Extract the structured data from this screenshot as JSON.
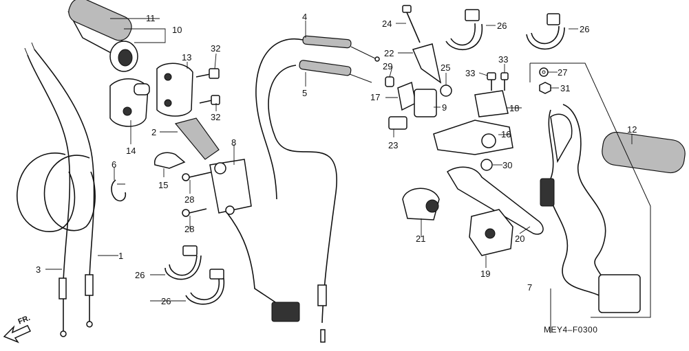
{
  "diagram": {
    "code": "MEY4–F0300",
    "direction": "FR.",
    "callouts": [
      {
        "id": "c1",
        "label": "1"
      },
      {
        "id": "c2",
        "label": "2"
      },
      {
        "id": "c3",
        "label": "3"
      },
      {
        "id": "c4",
        "label": "4"
      },
      {
        "id": "c5",
        "label": "5"
      },
      {
        "id": "c6",
        "label": "6"
      },
      {
        "id": "c7",
        "label": "7"
      },
      {
        "id": "c8",
        "label": "8"
      },
      {
        "id": "c9",
        "label": "9"
      },
      {
        "id": "c10",
        "label": "10"
      },
      {
        "id": "c11",
        "label": "11"
      },
      {
        "id": "c12",
        "label": "12"
      },
      {
        "id": "c13",
        "label": "13"
      },
      {
        "id": "c14",
        "label": "14"
      },
      {
        "id": "c15",
        "label": "15"
      },
      {
        "id": "c16",
        "label": "16"
      },
      {
        "id": "c17",
        "label": "17"
      },
      {
        "id": "c18",
        "label": "18"
      },
      {
        "id": "c19",
        "label": "19"
      },
      {
        "id": "c20",
        "label": "20"
      },
      {
        "id": "c21",
        "label": "21"
      },
      {
        "id": "c22",
        "label": "22"
      },
      {
        "id": "c23",
        "label": "23"
      },
      {
        "id": "c24",
        "label": "24"
      },
      {
        "id": "c25",
        "label": "25"
      },
      {
        "id": "c26a",
        "label": "26"
      },
      {
        "id": "c26b",
        "label": "26"
      },
      {
        "id": "c26c",
        "label": "26"
      },
      {
        "id": "c26d",
        "label": "26"
      },
      {
        "id": "c27",
        "label": "27"
      },
      {
        "id": "c28a",
        "label": "28"
      },
      {
        "id": "c28b",
        "label": "28"
      },
      {
        "id": "c29",
        "label": "29"
      },
      {
        "id": "c30",
        "label": "30"
      },
      {
        "id": "c31",
        "label": "31"
      },
      {
        "id": "c32a",
        "label": "32"
      },
      {
        "id": "c32b",
        "label": "32"
      },
      {
        "id": "c33a",
        "label": "33"
      },
      {
        "id": "c33b",
        "label": "33"
      }
    ]
  }
}
